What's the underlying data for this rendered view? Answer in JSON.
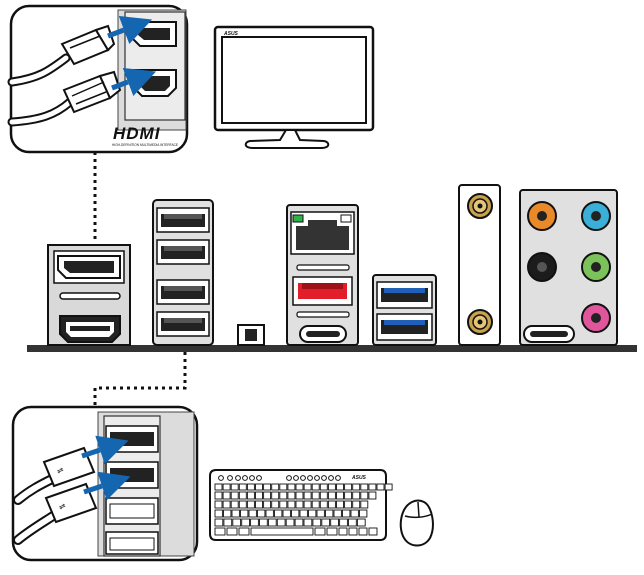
{
  "callouts": {
    "hdmi_logo_text": "HDMI",
    "hdmi_tagline": "HIGH-DEFINITION MULTIMEDIA INTERFACE"
  },
  "monitor": {
    "brand": "ASUS"
  },
  "keyboard": {
    "brand": "ASUS"
  },
  "colors": {
    "ethernet_led_green": "#2db34a",
    "usb_red": "#e21e2a",
    "usb_blue": "#1f5fb8",
    "usb_blue_light": "#4f8fe0",
    "arrow_blue": "#1466b0",
    "audio_orange": "#e8892a",
    "audio_blue": "#3ab0d8",
    "audio_black": "#1c1c1c",
    "audio_green": "#7cc25a",
    "audio_pink": "#e0559b",
    "antenna_gold": "#c9a24a"
  },
  "icons": [
    "hdmi-port-icon",
    "displayport-icon",
    "usb-a-port-icon",
    "usb-c-port-icon",
    "ethernet-port-icon",
    "antenna-connector-icon",
    "audio-jack-icon",
    "monitor-icon",
    "keyboard-icon",
    "mouse-icon",
    "blue-arrow-icon",
    "bios-button-icon"
  ]
}
